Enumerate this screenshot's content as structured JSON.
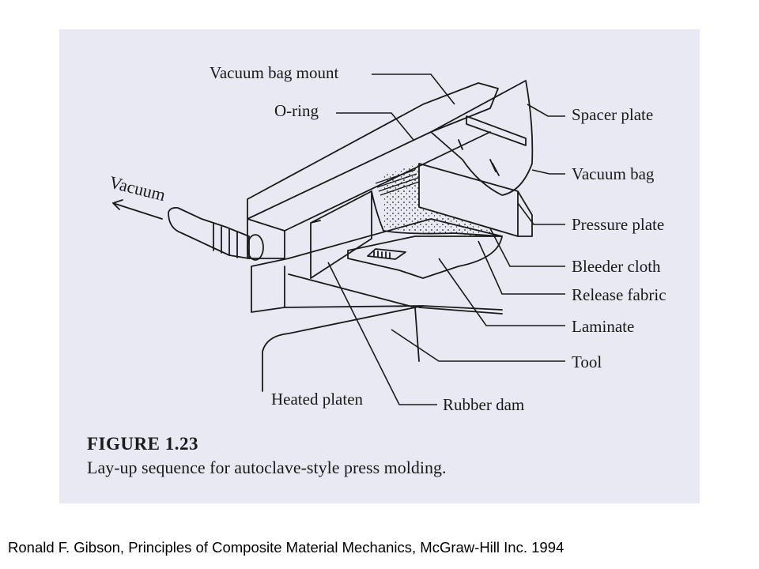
{
  "labels": {
    "vacuum": "Vacuum",
    "vacuum_bag_mount": "Vacuum bag mount",
    "o_ring": "O-ring",
    "spacer_plate": "Spacer plate",
    "vacuum_bag": "Vacuum bag",
    "pressure_plate": "Pressure plate",
    "bleeder_cloth": "Bleeder cloth",
    "release_fabric": "Release fabric",
    "laminate": "Laminate",
    "tool": "Tool",
    "heated_platen": "Heated platen",
    "rubber_dam": "Rubber dam"
  },
  "figure": {
    "number": "FIGURE 1.23",
    "caption": "Lay-up sequence for autoclave-style press molding."
  },
  "credit": "Ronald F. Gibson, Principles of Composite Material Mechanics, McGraw-Hill Inc. 1994",
  "colors": {
    "scan_background": "#e9e9f4",
    "ink": "#1a1a1a"
  }
}
